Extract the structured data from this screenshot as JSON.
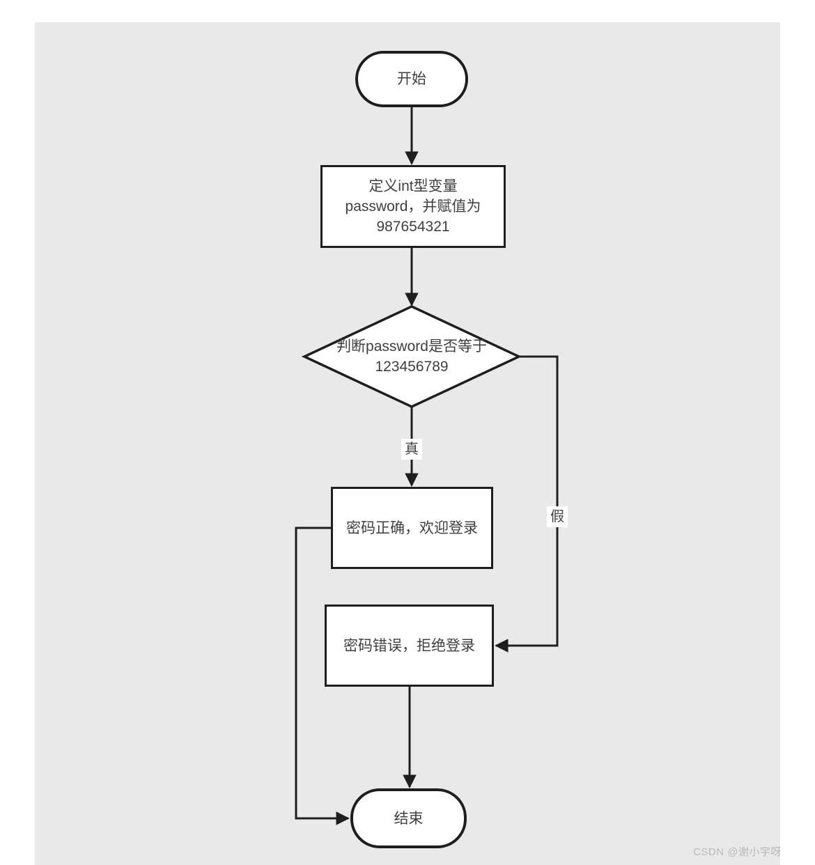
{
  "page": {
    "background": "#ffffff",
    "canvas_background": "#e9e9e9",
    "stroke_color": "#1e1e1e",
    "node_fill": "#ffffff",
    "text_color": "#3f3f3f"
  },
  "flowchart": {
    "nodes": {
      "start": {
        "type": "terminator",
        "label": "开始"
      },
      "define": {
        "type": "process",
        "lines": [
          "定义int型变量",
          "password，并赋值为",
          "987654321"
        ]
      },
      "decision": {
        "type": "decision",
        "lines": [
          "判断password是否等于",
          "123456789"
        ]
      },
      "ok": {
        "type": "process",
        "label": "密码正确，欢迎登录"
      },
      "err": {
        "type": "process",
        "label": "密码错误，拒绝登录"
      },
      "end": {
        "type": "terminator",
        "label": "结束"
      }
    },
    "edges": {
      "true_label": "真",
      "false_label": "假",
      "list": [
        {
          "from": "start",
          "to": "define"
        },
        {
          "from": "define",
          "to": "decision"
        },
        {
          "from": "decision",
          "to": "ok",
          "label": "真"
        },
        {
          "from": "decision",
          "to": "err",
          "label": "假"
        },
        {
          "from": "ok",
          "to": "end"
        },
        {
          "from": "err",
          "to": "end"
        }
      ]
    }
  },
  "watermark": {
    "text": "CSDN @谢小宇呀",
    "color": "#b9b9b9"
  }
}
